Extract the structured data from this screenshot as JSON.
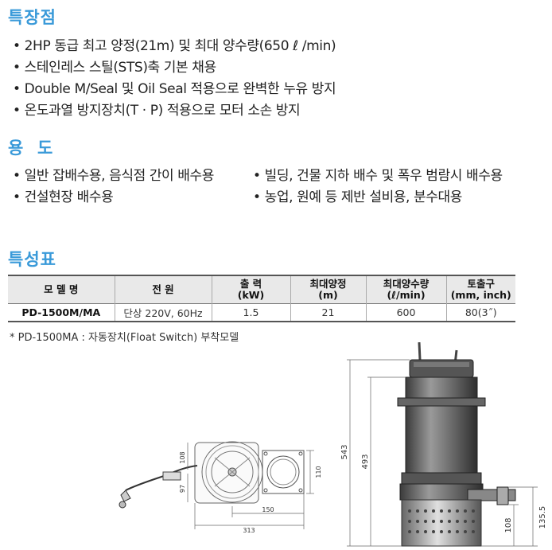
{
  "features": {
    "title": "특장점",
    "items": [
      "2HP 동급 최고 양정(21m) 및 최대 양수량(650 ℓ /min)",
      "스테인레스 스틸(STS)축 기본 채용",
      "Double M/Seal 및 Oil Seal 적용으로 완벽한 누유 방지",
      "온도과열 방지장치(T · P) 적용으로 모터 소손 방지"
    ]
  },
  "usage": {
    "title": "용  도",
    "left": [
      "일반 잡배수용, 음식점 간이 배수용",
      "건설현장 배수용"
    ],
    "right": [
      "빌딩, 건물 지하 배수 및 폭우 범람시 배수용",
      "농업, 원예 등 제반 설비용, 분수대용"
    ]
  },
  "spec": {
    "title": "특성표",
    "headers": [
      {
        "l1": "모 델 명",
        "l2": ""
      },
      {
        "l1": "전  원",
        "l2": ""
      },
      {
        "l1": "출  력",
        "l2": "(kW)"
      },
      {
        "l1": "최대양정",
        "l2": "(m)"
      },
      {
        "l1": "최대양수량",
        "l2": "(ℓ/min)"
      },
      {
        "l1": "토출구",
        "l2": "(mm, inch)"
      }
    ],
    "row": [
      "PD-1500M/MA",
      "단상 220V, 60Hz",
      "1.5",
      "21",
      "600",
      "80(3˝)"
    ],
    "note": "* PD-1500MA : 자동장치(Float Switch) 부착모델"
  },
  "drawing": {
    "dims": {
      "top_h": "108",
      "side_h": "97",
      "outlet_h": "110",
      "outlet_w": "150",
      "total_w": "313",
      "total_h": "543",
      "body_h": "493",
      "outlet_center_h": "108",
      "outlet_top_h": "135.5"
    }
  }
}
